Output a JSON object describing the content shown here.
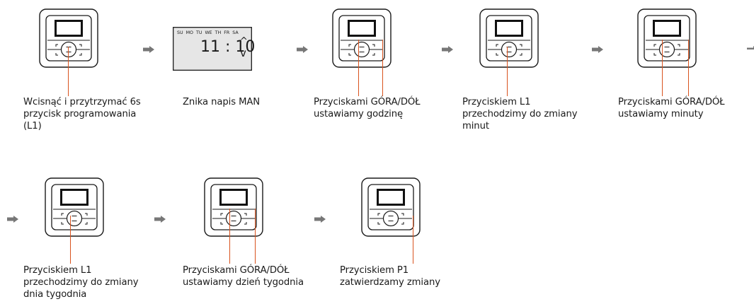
{
  "steps": [
    {
      "caption": "Wcisnąć i przytrzymać 6s\nprzycisk programowania\n(L1)"
    },
    {
      "caption": "Znika napis MAN"
    },
    {
      "caption": "Przyciskami GÓRA/DÓŁ\nustawiamy godzinę"
    },
    {
      "caption": "Przyciskiem L1\nprzechodzimy do zmiany\nminut"
    },
    {
      "caption": "Przyciskami GÓRA/DÓŁ\nustawiamy minuty"
    },
    {
      "caption": "Przyciskiem L1\nprzechodzimy do zmiany\ndnia tygodnia"
    },
    {
      "caption": "Przyciskami GÓRA/DÓŁ\nustawiamy dzień tygodnia"
    },
    {
      "caption": "Przyciskiem P1\nzatwierdzamy zmiany"
    }
  ],
  "display": {
    "days": "SU  MO  TU  WE  TH  FR  SA",
    "time": "11 : 10",
    "up": "^",
    "down": "v"
  },
  "colors": {
    "leader": "#d9531e",
    "arrow": "#777777",
    "outline": "#1a1a1a"
  }
}
